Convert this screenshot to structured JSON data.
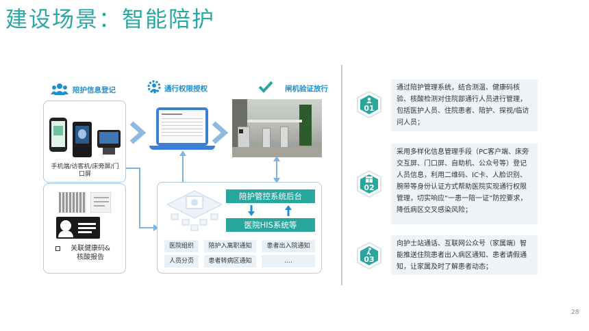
{
  "title": "建设场景：智能陪护",
  "sections": {
    "register": {
      "title": "陪护信息登记",
      "devices_caption": "手机端/访客机/床旁屏/门口屏",
      "health_caption_line1": "关联健康码&",
      "health_caption_line2": "核酸报告"
    },
    "authorize": {
      "title": "通行权限授权"
    },
    "gate": {
      "title": "闸机验证放行"
    }
  },
  "backend": {
    "primary": "陪护管控系统后台",
    "secondary": "医院HIS系统等",
    "labels": [
      "医院组织",
      "陪护入离职通知",
      "患者出入院通知",
      "人员分页",
      "患者转病区通知",
      "…."
    ]
  },
  "features": [
    {
      "num": "01",
      "text": "通过陪护管理系统，结合测温、健康码核验、核酸检测对住院部通行人员进行管理，包括医护人员、住院患者、陪护、探视/临访问人员；"
    },
    {
      "num": "02",
      "text": "采用多样化信息管理手段（PC客户端、床旁交互屏、门口屏、自助机、公众号等）登记人员信息，利用二维码、IC卡、人脸识别、腕带等身份认证方式帮助医院实现通行权限管理，切实响应“一患一陪一证”防控要求，降低病区交叉感染风险；"
    },
    {
      "num": "03",
      "text": "向护士站通话、互联网公众号（家属端）智能推送住院患者出入病区通知、患者请假通知，让家属及时了解患者动态；"
    }
  ],
  "page_number": "28",
  "colors": {
    "title": "#27a8a4",
    "accent_blue": "#1e8fcf",
    "green": "#2aa79d",
    "badge": "#2aa79d",
    "panel_border": "#a9cde6"
  }
}
